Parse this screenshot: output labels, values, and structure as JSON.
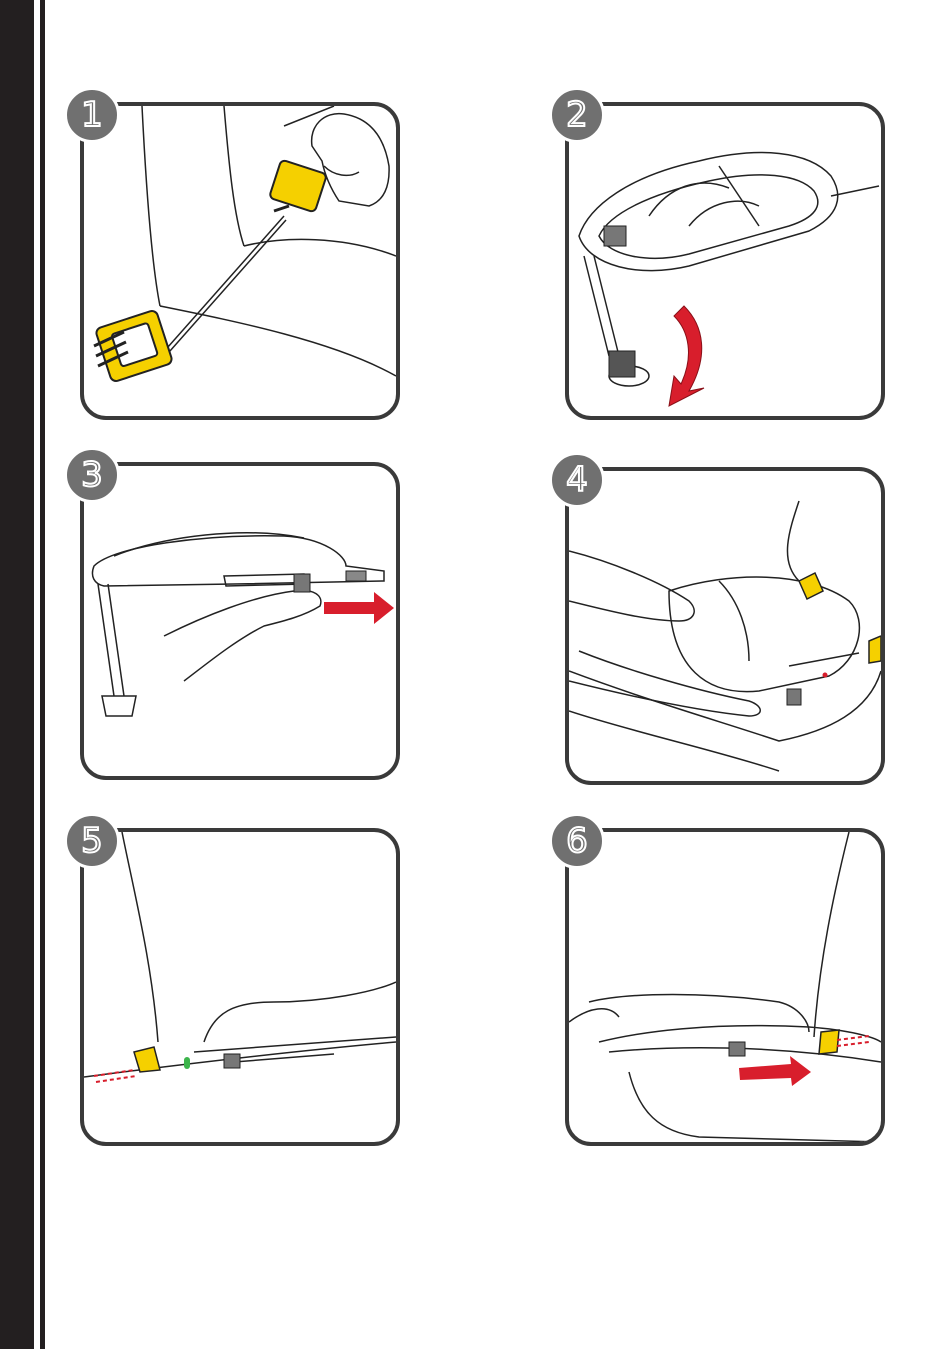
{
  "steps": [
    {
      "number": "1"
    },
    {
      "number": "2"
    },
    {
      "number": "3"
    },
    {
      "number": "4"
    },
    {
      "number": "5"
    },
    {
      "number": "6"
    }
  ],
  "colors": {
    "frame": "#3a3a3a",
    "badge": "#707070",
    "connector_yellow": "#f5d000",
    "arrow_red": "#d81e2c",
    "sidebar": "#231f20"
  }
}
